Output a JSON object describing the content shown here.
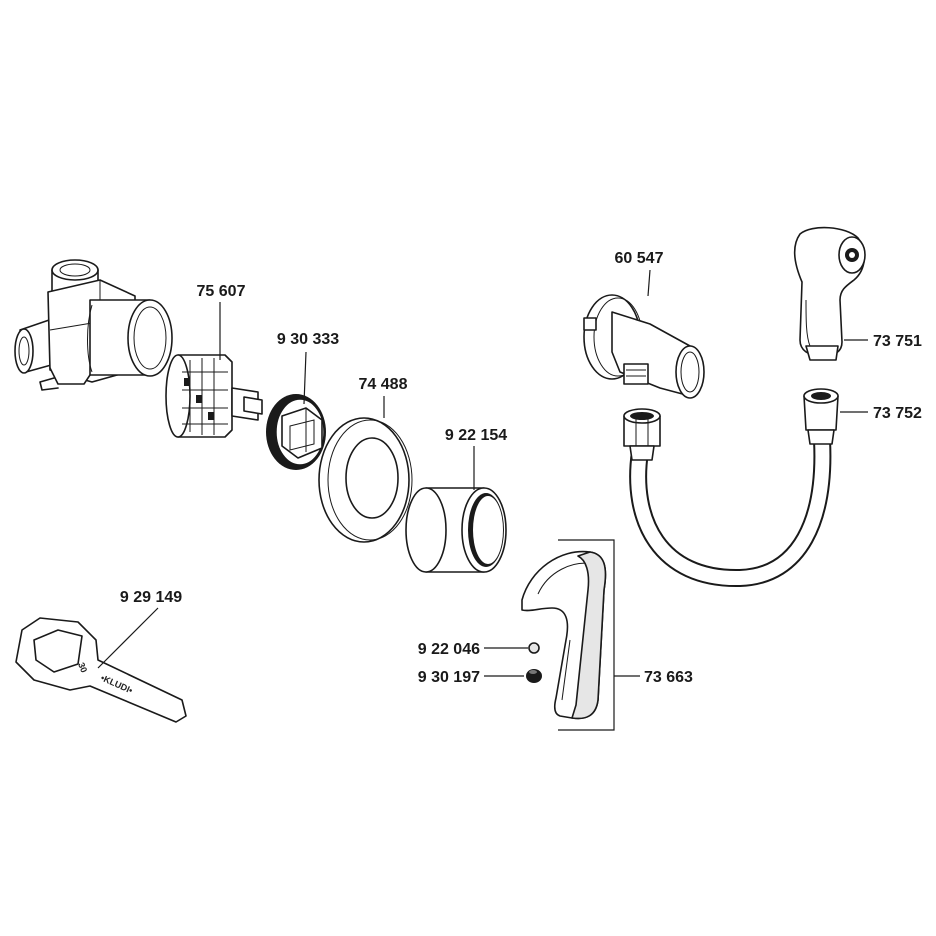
{
  "parts": {
    "p75607": "75 607",
    "p930333": "9 30 333",
    "p74488": "74 488",
    "p922154": "9 22 154",
    "p60547": "60 547",
    "p73751": "73 751",
    "p73752": "73 752",
    "p929149": "9 29 149",
    "p922046": "9 22 046",
    "p930197": "9 30 197",
    "p73663": "73 663"
  },
  "tool": {
    "size_marking": "30",
    "brand_marking": "•KLUDI•"
  }
}
